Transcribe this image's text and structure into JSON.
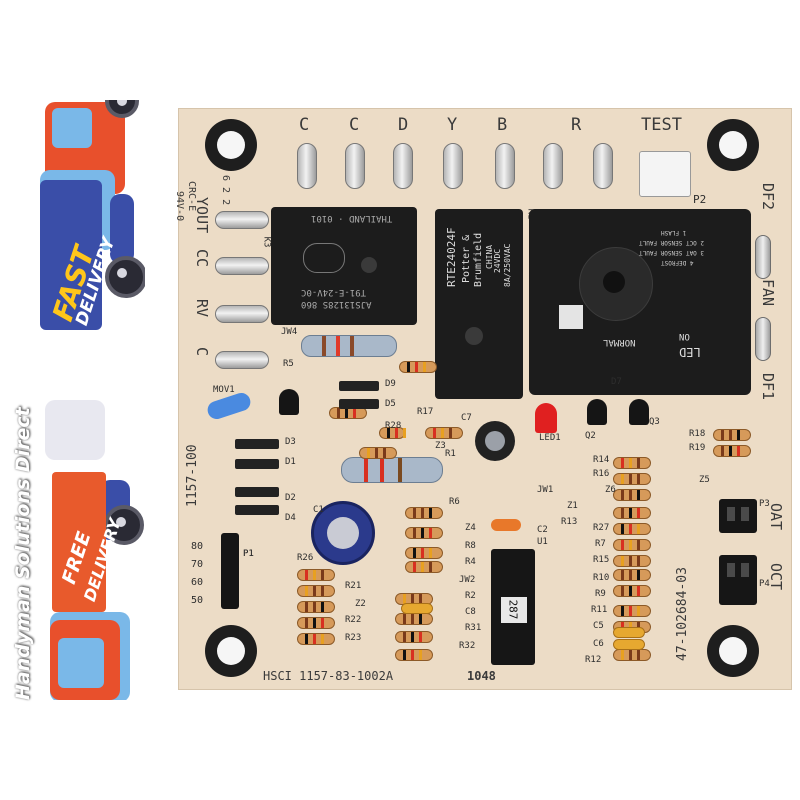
{
  "banner": {
    "side_text": "Handyman Solutions Direct",
    "badge_top": {
      "line1": "FAST",
      "line2": "DELIVERY"
    },
    "badge_bottom": {
      "line1": "FREE",
      "line2": "DELIVERY"
    },
    "colors": {
      "truck_red": "#e8502c",
      "truck_blue": "#7ab8e8",
      "badge_orange": "#e85a2c",
      "accent_yellow": "#ffc61a"
    }
  },
  "board": {
    "terminals_top": [
      "C",
      "C",
      "D",
      "Y",
      "B",
      "R"
    ],
    "test_label": "TEST",
    "p2_label": "P2",
    "left_terminals": [
      "YOUT",
      "CC",
      "RV",
      "C"
    ],
    "left_top_marks": [
      "94V-0",
      "CRC-E",
      "6 2 2"
    ],
    "right_terminals": [
      "DF2",
      "FAN",
      "DF1"
    ],
    "relay_k3": {
      "line1": "THAILAND · 0101",
      "line2": "T91-E-24V-0C",
      "line3": "AJS13128S 860",
      "ref": "K3"
    },
    "relay_k1": {
      "line1": "RTE24024F",
      "line2": "Potter &",
      "line3": "Brumfield",
      "line4": "CHINA",
      "line5": "24VDC",
      "line6": "8A/250VAC",
      "ref": "K1"
    },
    "control_module": {
      "legend": [
        "1 FLASH",
        "2 OCT SENSOR FAULT",
        "3 OAT SENSOR FAULT",
        "4 DEFROST"
      ],
      "normal": "NORMAL",
      "on": "ON",
      "led": "LED"
    },
    "component_labels": [
      "JW4",
      "R5",
      "D9",
      "D5",
      "MOV1",
      "R28",
      "R17",
      "Z3",
      "R1",
      "C7",
      "LED1",
      "Q2",
      "D7",
      "Q3",
      "R18",
      "R19",
      "Z5",
      "R14",
      "R16",
      "Z6",
      "R6",
      "JW1",
      "Z1",
      "R13",
      "C2",
      "U1",
      "Z4",
      "R8",
      "R4",
      "JW2",
      "R2",
      "C8",
      "R31",
      "R32",
      "R26",
      "R21",
      "Z2",
      "R22",
      "R23",
      "R27",
      "R7",
      "R15",
      "R10",
      "R9",
      "R11",
      "C5",
      "C6",
      "R12",
      "D3",
      "D1",
      "D2",
      "D4",
      "P1",
      "C1",
      "P3",
      "P4"
    ],
    "left_vertical": "1157-100",
    "temps": [
      "80",
      "70",
      "60",
      "50"
    ],
    "bottom_left": "HSCI 1157-83-1002A",
    "bottom_mid": "1048",
    "chip": "287",
    "right_vertical": "47-102684-03",
    "oat": "OAT",
    "oct": "OCT"
  }
}
